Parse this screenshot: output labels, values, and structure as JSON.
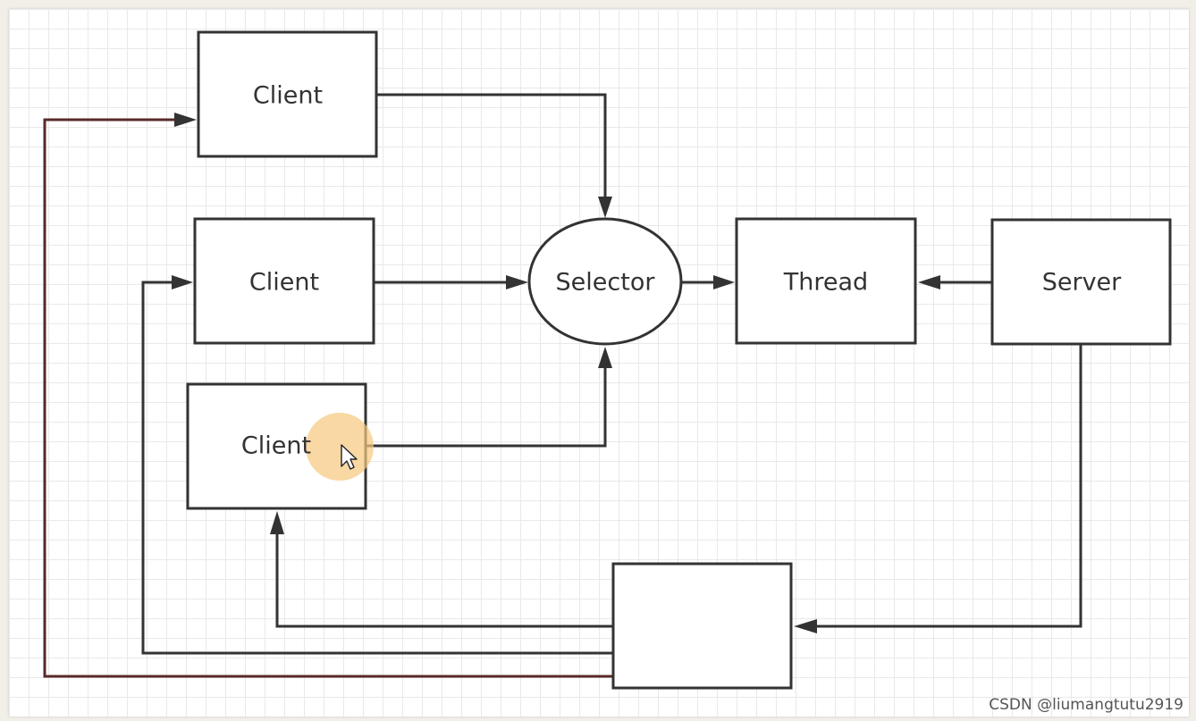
{
  "diagram": {
    "nodes": {
      "client_top": {
        "label": "Client"
      },
      "client_mid": {
        "label": "Client"
      },
      "client_low": {
        "label": "Client"
      },
      "selector": {
        "label": "Selector"
      },
      "thread": {
        "label": "Thread"
      },
      "server": {
        "label": "Server"
      },
      "unlabeled_box": {
        "label": ""
      }
    },
    "edges": [
      {
        "from": "client_top",
        "to": "selector"
      },
      {
        "from": "client_mid",
        "to": "selector"
      },
      {
        "from": "client_low",
        "to": "selector"
      },
      {
        "from": "selector",
        "to": "thread"
      },
      {
        "from": "server",
        "to": "thread"
      },
      {
        "from": "server",
        "to": "unlabeled_box"
      },
      {
        "from": "unlabeled_box",
        "to": "client_low"
      },
      {
        "from": "unlabeled_box",
        "to": "client_mid"
      },
      {
        "from": "unlabeled_box",
        "to": "client_top"
      }
    ],
    "colors": {
      "stroke": "#333333",
      "grid": "#e9e9e9",
      "cursor_highlight": "#f7c77e",
      "return_line": "#5a2a2a"
    }
  },
  "watermark": "CSDN @liumangtutu2919"
}
